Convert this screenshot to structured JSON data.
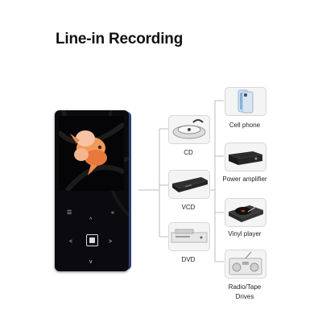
{
  "title": "Line-in Recording",
  "devices_left": [
    {
      "label": "CD",
      "icon": "cd-player-icon"
    },
    {
      "label": "VCD",
      "icon": "vcd-player-icon"
    },
    {
      "label": "DVD",
      "icon": "dvd-player-icon"
    }
  ],
  "devices_right": [
    {
      "label": "Cell phone",
      "icon": "cell-phone-icon"
    },
    {
      "label": "Power amplifier",
      "icon": "power-amplifier-icon"
    },
    {
      "label": "Vinyl player",
      "icon": "vinyl-player-icon"
    },
    {
      "label_line1": "Radio/Tape",
      "label_line2": "Drives",
      "icon": "radio-tape-icon"
    }
  ],
  "colors": {
    "player_edge": "#3d5394",
    "line": "#b9b9b9"
  }
}
